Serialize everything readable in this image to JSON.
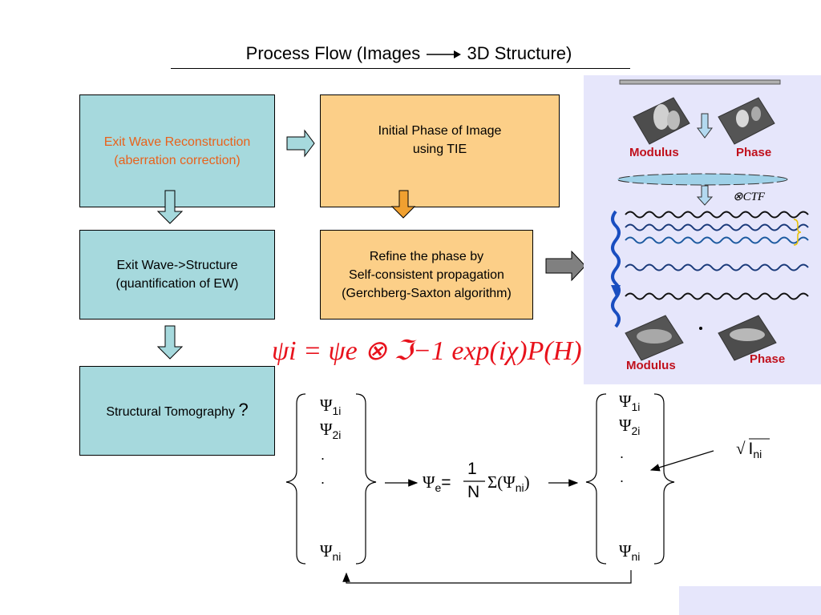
{
  "title": {
    "left": "Process Flow (Images",
    "right": "3D Structure)"
  },
  "boxes": {
    "exit_wave_recon": {
      "line1": "Exit Wave Reconstruction",
      "line2": "(aberration correction)"
    },
    "initial_phase": {
      "line1": "Initial Phase of Image",
      "line2": "using TIE"
    },
    "exit_wave_structure": {
      "line1": "Exit Wave->Structure",
      "line2": "(quantification of EW)"
    },
    "refine_phase": {
      "line1": "Refine the phase by",
      "line2": "Self-consistent propagation",
      "line3": "(Gerchberg-Saxton algorithm)"
    },
    "tomography": {
      "label": "Structural Tomography",
      "mark": "?"
    }
  },
  "equation": "ψi = ψe ⊗ ℑ−1 exp(iχ)P(H)",
  "panel": {
    "modulus_top": "Modulus",
    "phase_top": "Phase",
    "ctf": "⊗CTF",
    "modulus_bottom": "Modulus",
    "phase_bottom": "Phase"
  },
  "left_set": {
    "psi1": "Ψ",
    "sub1": "1i",
    "psi2": "Ψ",
    "sub2": "2i",
    "dot1": ".",
    "dot2": ".",
    "psin": "Ψ",
    "subn": "ni"
  },
  "mid_formula": {
    "lhs": "Ψ",
    "lhs_sub": "e",
    "eq": "=",
    "num": "1",
    "den": "N",
    "sum": "Σ(Ψ",
    "sum_sub": "ni",
    "close": ")"
  },
  "right_set": {
    "psi1": "Ψ",
    "sub1": "1i",
    "psi2": "Ψ",
    "sub2": "2i",
    "dot1": ".",
    "dot2": ".",
    "psin": "Ψ",
    "subn": "ni"
  },
  "intensity": {
    "root": "√",
    "I": "I",
    "sub": "ni"
  },
  "colors": {
    "teal": "#a6d9dd",
    "orange": "#fccf88",
    "red": "#e8121c",
    "panel": "#e6e6fb"
  }
}
